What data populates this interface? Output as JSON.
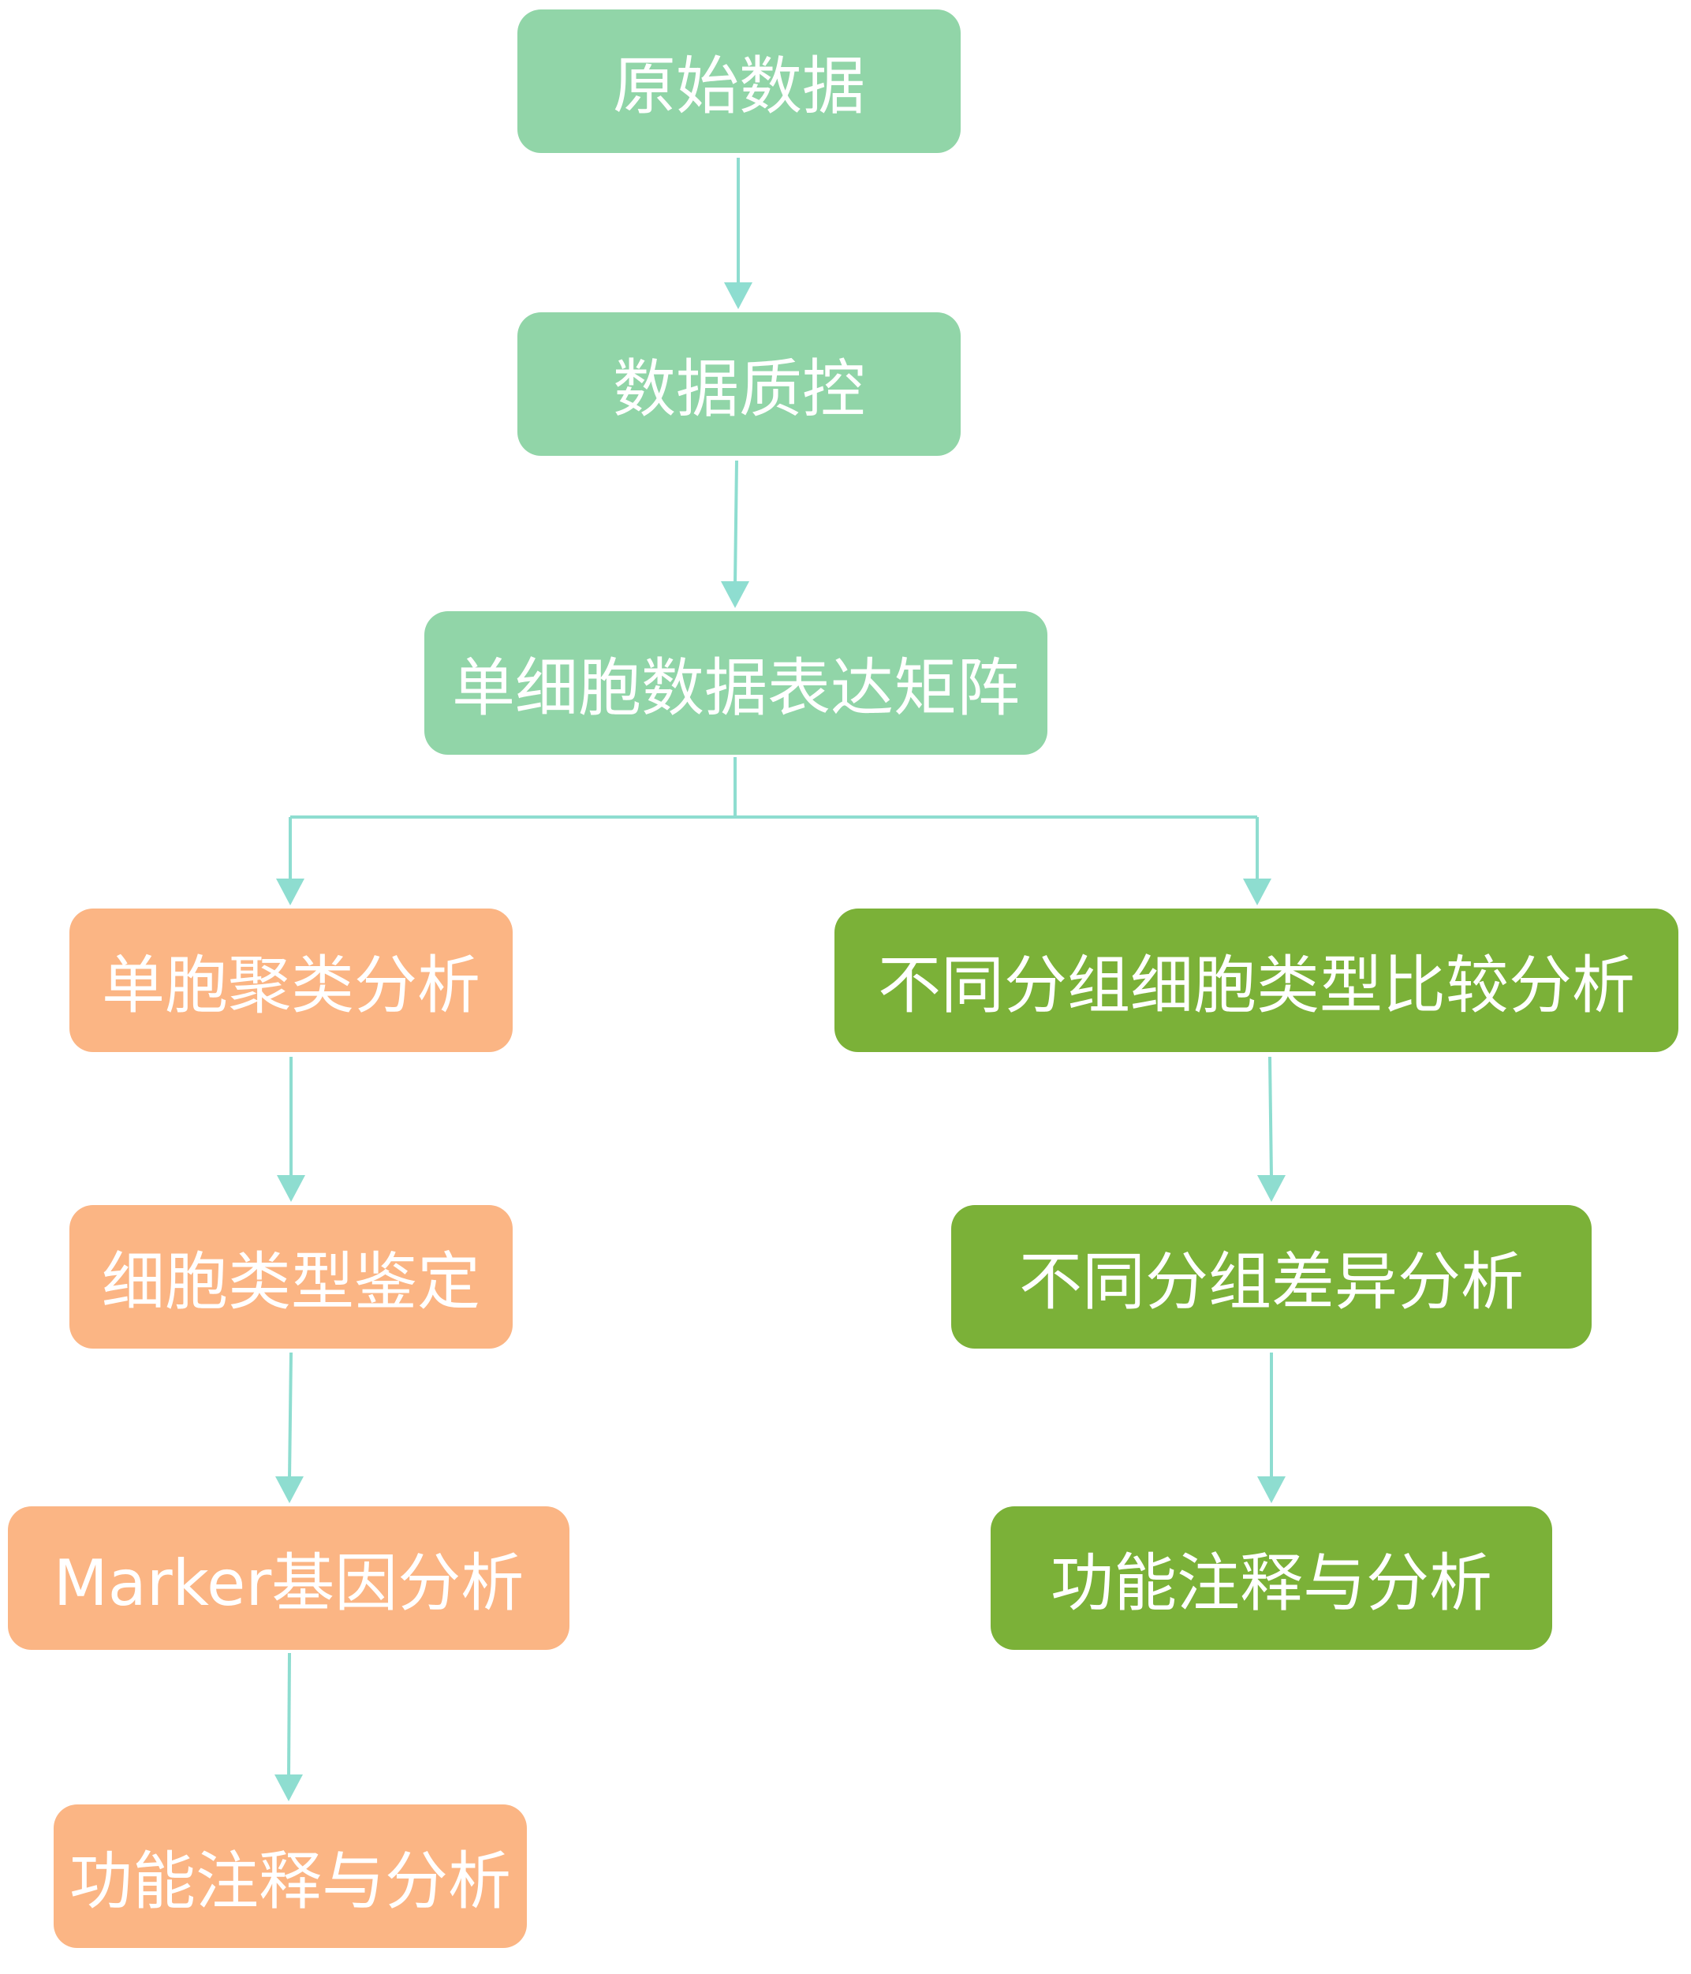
{
  "colors": {
    "mint": "#91D5A8",
    "orange": "#FBB584",
    "green": "#7BB138",
    "connector": "#8EDDD0",
    "text": "#FFFFFF"
  },
  "nodes": {
    "raw_data": "原始数据",
    "qc": "数据质控",
    "matrix": "单细胞数据表达矩阵",
    "clustering": "单胞聚类分析",
    "cell_type_id": "细胞类型鉴定",
    "marker_gene": "Marker基因分析",
    "annotation_left": "功能注释与分析",
    "group_compare": "不同分组细胞类型比较分析",
    "group_diff": "不同分组差异分析",
    "annotation_right": "功能注释与分析"
  }
}
